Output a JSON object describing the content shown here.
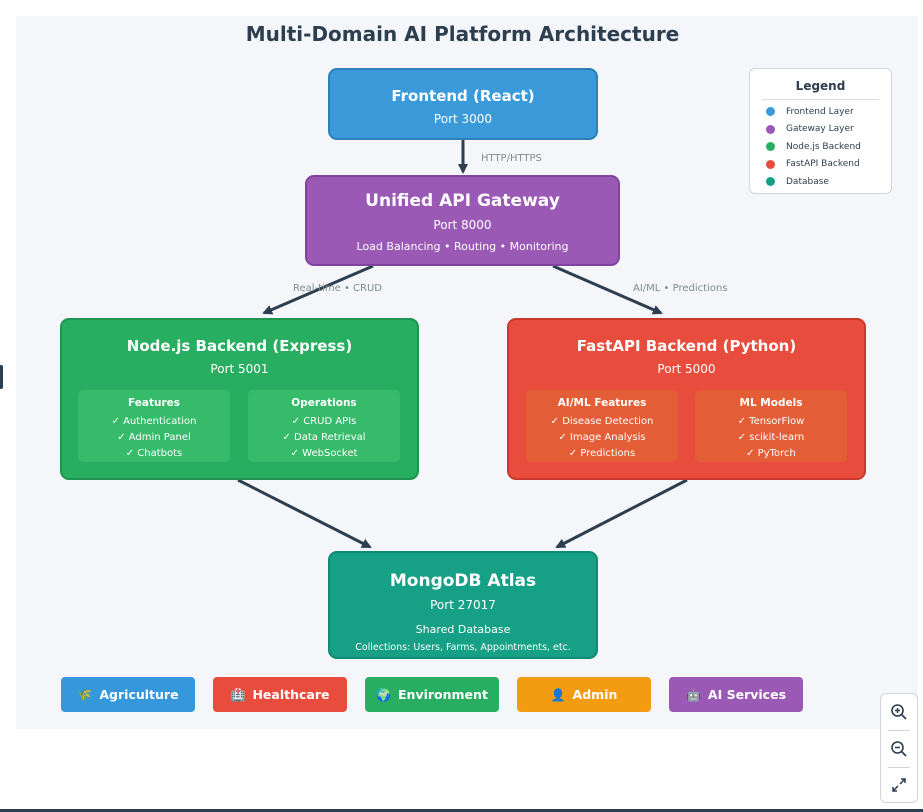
{
  "diagram": {
    "title": "Multi-Domain AI Platform Architecture",
    "nodes": {
      "frontend": {
        "title": "Frontend (React)",
        "port": "Port 3000",
        "color": "#3b9ad9"
      },
      "gateway": {
        "title": "Unified API Gateway",
        "port": "Port 8000",
        "desc": "Load Balancing • Routing • Monitoring",
        "color": "#9b59b6"
      },
      "node": {
        "title": "Node.js Backend (Express)",
        "port": "Port 5001",
        "color": "#27ae60",
        "features": {
          "title": "Features",
          "items": [
            "✓ Authentication",
            "✓ Admin Panel",
            "✓ Chatbots"
          ]
        },
        "operations": {
          "title": "Operations",
          "items": [
            "✓ CRUD APIs",
            "✓ Data Retrieval",
            "✓ WebSocket"
          ]
        }
      },
      "fastapi": {
        "title": "FastAPI Backend (Python)",
        "port": "Port 5000",
        "color": "#e74c3c",
        "features": {
          "title": "AI/ML Features",
          "items": [
            "✓ Disease Detection",
            "✓ Image Analysis",
            "✓ Predictions"
          ]
        },
        "models": {
          "title": "ML Models",
          "items": [
            "✓ TensorFlow",
            "✓ scikit-learn",
            "✓ PyTorch"
          ]
        }
      },
      "db": {
        "title": "MongoDB Atlas",
        "port": "Port 27017",
        "desc": "Shared Database",
        "desc2": "Collections: Users, Farms, Appointments, etc.",
        "color": "#16a085"
      }
    },
    "edges": {
      "frontend_gateway": "HTTP/HTTPS",
      "gateway_node": "Real-time • CRUD",
      "gateway_fastapi": "AI/ML • Predictions"
    },
    "legend": {
      "title": "Legend",
      "items": [
        {
          "label": "Frontend Layer",
          "color": "#3b9ad9"
        },
        {
          "label": "Gateway Layer",
          "color": "#9b59b6"
        },
        {
          "label": "Node.js Backend",
          "color": "#27ae60"
        },
        {
          "label": "FastAPI Backend",
          "color": "#e74c3c"
        },
        {
          "label": "Database",
          "color": "#16a085"
        }
      ]
    },
    "domains": [
      {
        "icon": "🌾",
        "label": "Agriculture",
        "color": "#3498db"
      },
      {
        "icon": "🏥",
        "label": "Healthcare",
        "color": "#e74c3c"
      },
      {
        "icon": "🌍",
        "label": "Environment",
        "color": "#27ae60"
      },
      {
        "icon": "👤",
        "label": "Admin",
        "color": "#f39c12"
      },
      {
        "icon": "🤖",
        "label": "AI Services",
        "color": "#9b59b6"
      }
    ]
  },
  "controls": {
    "zoom_in_icon": "zoom-in-icon",
    "zoom_out_icon": "zoom-out-icon",
    "fit_icon": "expand-icon"
  }
}
